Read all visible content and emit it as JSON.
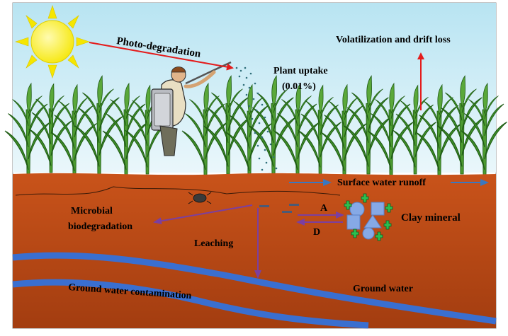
{
  "labels": {
    "photo_degradation": "Photo-degradation",
    "volatilization": "Volatilization  and drift loss",
    "plant_uptake_line1": "Plant uptake",
    "plant_uptake_line2": "(0.01%)",
    "surface_runoff": "Surface water runoff",
    "microbial_line1": "Microbial",
    "microbial_line2": "biodegradation",
    "adsorption_mark": "A",
    "desorption_mark": "D",
    "clay_mineral": "Clay mineral",
    "leaching": "Leaching",
    "ground_water_contamination": "Ground water contamination",
    "ground_water": "Ground water"
  },
  "colors": {
    "sky_top": "#b8e4f2",
    "sky_bottom": "#eaf7fb",
    "soil_top": "#c9531a",
    "soil_bottom": "#a33d10",
    "plant_green": "#3f8f2a",
    "plant_dark": "#1f5c14",
    "sun": "#fff200",
    "water_band": "#3a6fd0",
    "red_arrow": "#e41c1c",
    "blue_arrow": "#3a78c0",
    "purple_arrow": "#7b3fa0",
    "clay_shape": "#86a9e6",
    "cation_green": "#2bbf4f"
  }
}
